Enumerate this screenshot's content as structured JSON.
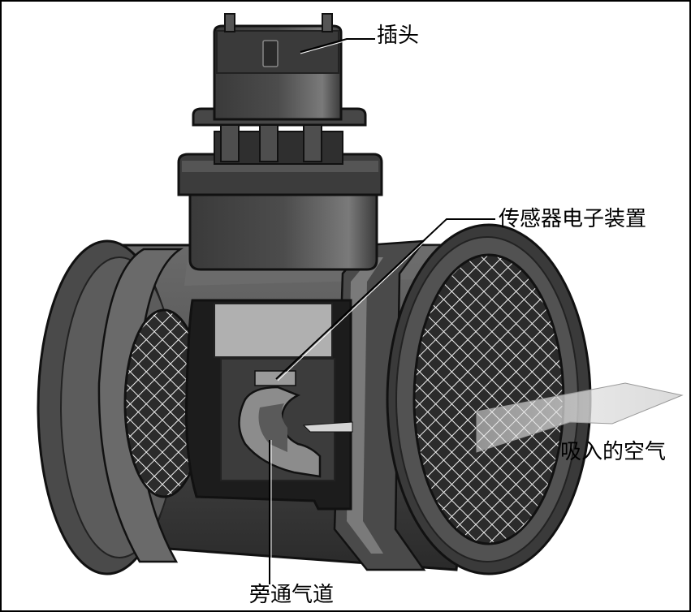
{
  "labels": {
    "plug": "插头",
    "sensor_electronics": "传感器电子装置",
    "intake_air": "吸入的空气",
    "bypass_channel": "旁通气道"
  },
  "colors": {
    "body_dark": "#3a3a3a",
    "body_mid": "#5a5a5a",
    "body_light": "#8a8a8a",
    "highlight": "#b5b5b5",
    "mesh": "#e8e8e8",
    "air_arrow": "#dcdcdc"
  }
}
